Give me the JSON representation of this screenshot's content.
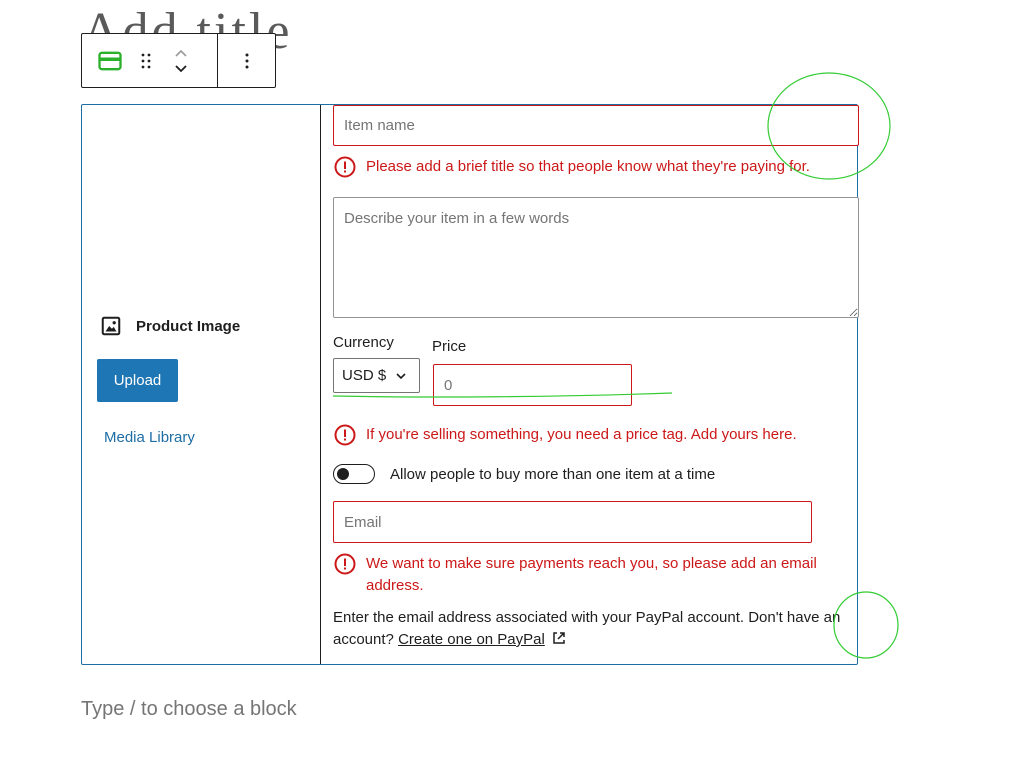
{
  "post": {
    "title": "Add title"
  },
  "toolbar": {
    "block_icon": "payment-card-icon",
    "drag_icon": "drag-handle-icon",
    "move_up_icon": "chevron-up-icon",
    "move_down_icon": "chevron-down-icon",
    "options_icon": "more-vertical-icon"
  },
  "media": {
    "product_image_label": "Product Image",
    "upload_label": "Upload",
    "media_library_label": "Media Library"
  },
  "form": {
    "item_name_placeholder": "Item name",
    "item_name_error": "Please add a brief title so that people know what they're paying for.",
    "description_placeholder": "Describe your item in a few words",
    "currency_label": "Currency",
    "currency_value": "USD $",
    "price_label": "Price",
    "price_placeholder": "0",
    "price_error": "If you're selling something, you need a price tag. Add yours here.",
    "multiple_toggle_label": "Allow people to buy more than one item at a time",
    "email_placeholder": "Email",
    "email_error": "We want to make sure payments reach you, so please add an email address.",
    "help_text_prefix": "Enter the email address associated with your PayPal account. Don't have an account?",
    "help_link": "Create one on PayPal"
  },
  "appender": {
    "placeholder": "Type / to choose a block"
  },
  "colors": {
    "accent": "#1e76b4",
    "error": "#cc1818",
    "block_border": "#1e6ea6",
    "annotation": "#33cc33"
  }
}
